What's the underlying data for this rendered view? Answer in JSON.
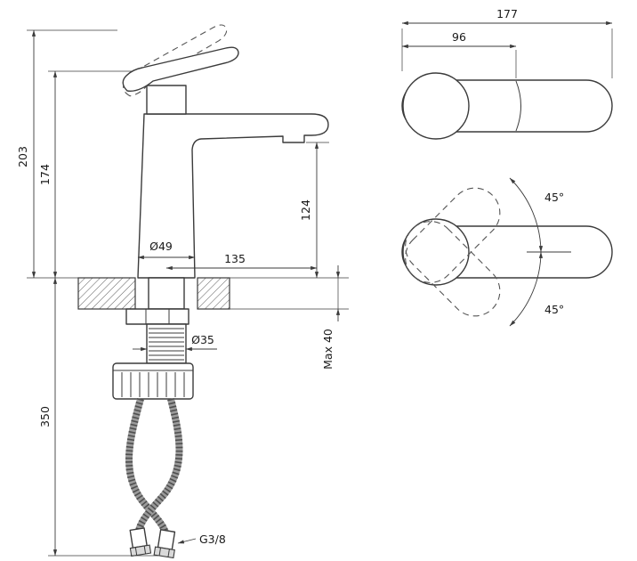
{
  "drawing": {
    "side_view": {
      "total_height": "203",
      "spout_top_height": "174",
      "outlet_height": "124",
      "base_diameter": "Ø49",
      "spout_reach": "135",
      "max_deck_thickness": "Max 40",
      "hose_length": "350",
      "shank_diameter": "Ø35",
      "hose_thread": "G3/8"
    },
    "top_view": {
      "total_length": "177",
      "handle_length": "96",
      "handle_swing_up": "45°",
      "handle_swing_down": "45°"
    }
  },
  "colors": {
    "line": "#3b3b3b",
    "background": "#ffffff"
  }
}
